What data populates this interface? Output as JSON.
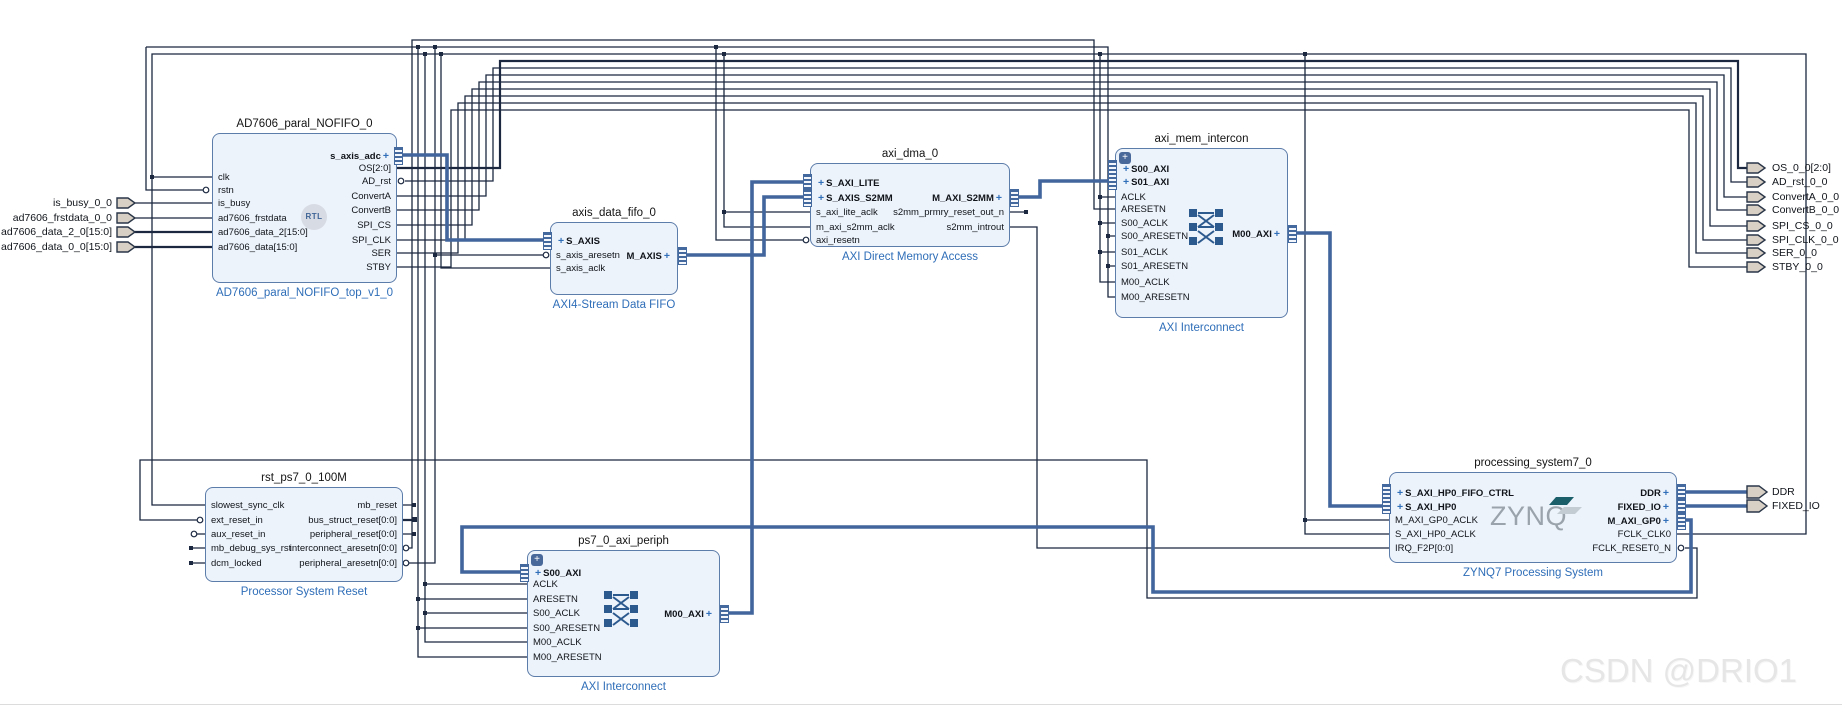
{
  "watermark": "CSDN @DRIO1",
  "icons": {
    "plus": "+"
  },
  "colors": {
    "interface_wire": "#41659c",
    "signal_wire": "#1b2840",
    "block_fill": "#edf3fb",
    "block_border": "#5c7ca9",
    "type_label": "#2f6eb8",
    "external_port_fill": "#d8cfc5"
  },
  "external_inputs": [
    {
      "label": "is_busy_0_0"
    },
    {
      "label": "ad7606_frstdata_0_0"
    },
    {
      "label": "ad7606_data_2_0[15:0]"
    },
    {
      "label": "ad7606_data_0_0[15:0]"
    }
  ],
  "external_outputs": [
    {
      "label": "OS_0_0[2:0]"
    },
    {
      "label": "AD_rst_0_0"
    },
    {
      "label": "ConvertA_0_0"
    },
    {
      "label": "ConvertB_0_0"
    },
    {
      "label": "SPI_CS_0_0"
    },
    {
      "label": "SPI_CLK_0_0"
    },
    {
      "label": "SER_0_0"
    },
    {
      "label": "STBY_0_0"
    },
    {
      "label": "DDR"
    },
    {
      "label": "FIXED_IO"
    }
  ],
  "blocks": [
    {
      "instance": "AD7606_paral_NOFIFO_0",
      "type": "AD7606_paral_NOFIFO_top_v1_0",
      "icon_text": "RTL",
      "left_ports": [
        {
          "name": "clk"
        },
        {
          "name": "rstn"
        },
        {
          "name": "is_busy"
        },
        {
          "name": "ad7606_frstdata"
        },
        {
          "name": "ad7606_data_2[15:0]"
        },
        {
          "name": "ad7606_data[15:0]"
        }
      ],
      "right_ports": [
        {
          "name": "s_axis_adc"
        },
        {
          "name": "OS[2:0]"
        },
        {
          "name": "AD_rst"
        },
        {
          "name": "ConvertA"
        },
        {
          "name": "ConvertB"
        },
        {
          "name": "SPI_CS"
        },
        {
          "name": "SPI_CLK"
        },
        {
          "name": "SER"
        },
        {
          "name": "STBY"
        }
      ]
    },
    {
      "instance": "axis_data_fifo_0",
      "type": "AXI4-Stream Data FIFO",
      "left_ports": [
        {
          "name": "S_AXIS"
        },
        {
          "name": "s_axis_aresetn"
        },
        {
          "name": "s_axis_aclk"
        }
      ],
      "right_ports": [
        {
          "name": "M_AXIS"
        }
      ]
    },
    {
      "instance": "axi_dma_0",
      "type": "AXI Direct Memory Access",
      "left_ports": [
        {
          "name": "S_AXI_LITE"
        },
        {
          "name": "S_AXIS_S2MM"
        },
        {
          "name": "s_axi_lite_aclk"
        },
        {
          "name": "m_axi_s2mm_aclk"
        },
        {
          "name": "axi_resetn"
        }
      ],
      "right_ports": [
        {
          "name": "M_AXI_S2MM"
        },
        {
          "name": "s2mm_prmry_reset_out_n"
        },
        {
          "name": "s2mm_introut"
        }
      ]
    },
    {
      "instance": "axi_mem_intercon",
      "type": "AXI Interconnect",
      "left_ports": [
        {
          "name": "S00_AXI"
        },
        {
          "name": "S01_AXI"
        },
        {
          "name": "ACLK"
        },
        {
          "name": "ARESETN"
        },
        {
          "name": "S00_ACLK"
        },
        {
          "name": "S00_ARESETN"
        },
        {
          "name": "S01_ACLK"
        },
        {
          "name": "S01_ARESETN"
        },
        {
          "name": "M00_ACLK"
        },
        {
          "name": "M00_ARESETN"
        }
      ],
      "right_ports": [
        {
          "name": "M00_AXI"
        }
      ]
    },
    {
      "instance": "processing_system7_0",
      "type": "ZYNQ7 Processing System",
      "icon_text": "ZYNQ",
      "left_ports": [
        {
          "name": "S_AXI_HP0_FIFO_CTRL"
        },
        {
          "name": "S_AXI_HP0"
        },
        {
          "name": "M_AXI_GP0_ACLK"
        },
        {
          "name": "S_AXI_HP0_ACLK"
        },
        {
          "name": "IRQ_F2P[0:0]"
        }
      ],
      "right_ports": [
        {
          "name": "DDR"
        },
        {
          "name": "FIXED_IO"
        },
        {
          "name": "M_AXI_GP0"
        },
        {
          "name": "FCLK_CLK0"
        },
        {
          "name": "FCLK_RESET0_N"
        }
      ]
    },
    {
      "instance": "rst_ps7_0_100M",
      "type": "Processor System Reset",
      "left_ports": [
        {
          "name": "slowest_sync_clk"
        },
        {
          "name": "ext_reset_in"
        },
        {
          "name": "aux_reset_in"
        },
        {
          "name": "mb_debug_sys_rst"
        },
        {
          "name": "dcm_locked"
        }
      ],
      "right_ports": [
        {
          "name": "mb_reset"
        },
        {
          "name": "bus_struct_reset[0:0]"
        },
        {
          "name": "peripheral_reset[0:0]"
        },
        {
          "name": "interconnect_aresetn[0:0]"
        },
        {
          "name": "peripheral_aresetn[0:0]"
        }
      ]
    },
    {
      "instance": "ps7_0_axi_periph",
      "type": "AXI Interconnect",
      "left_ports": [
        {
          "name": "S00_AXI"
        },
        {
          "name": "ACLK"
        },
        {
          "name": "ARESETN"
        },
        {
          "name": "S00_ACLK"
        },
        {
          "name": "S00_ARESETN"
        },
        {
          "name": "M00_ACLK"
        },
        {
          "name": "M00_ARESETN"
        }
      ],
      "right_ports": [
        {
          "name": "M00_AXI"
        }
      ]
    }
  ]
}
